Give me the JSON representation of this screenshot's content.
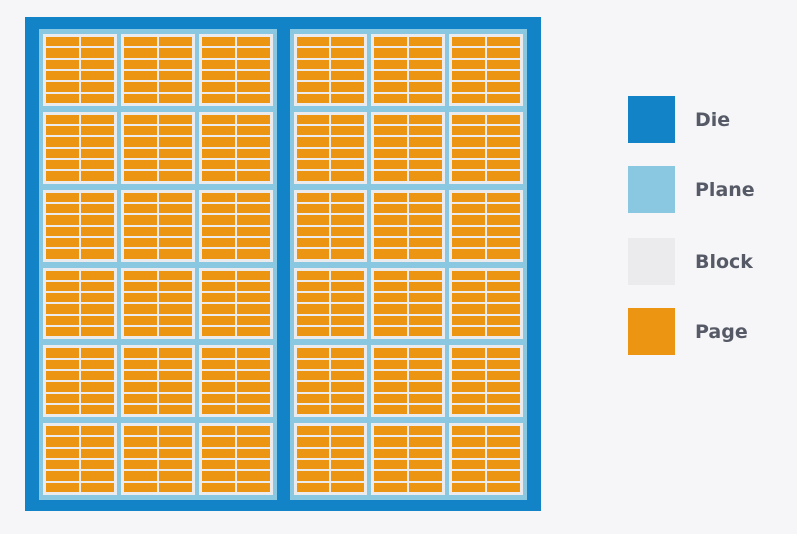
{
  "colors": {
    "die": "#1283c7",
    "plane": "#8ac8e2",
    "block": "#ebebee",
    "page": "#eb9513"
  },
  "structure": {
    "planes_per_die": 2,
    "block_columns_per_plane": 3,
    "block_rows_per_plane": 6,
    "page_columns_per_block": 2,
    "page_rows_per_block": 6
  },
  "legend": [
    {
      "key": "die",
      "label": "Die",
      "color": "#1283c7"
    },
    {
      "key": "plane",
      "label": "Plane",
      "color": "#8ac8e2"
    },
    {
      "key": "block",
      "label": "Block",
      "color": "#ebebee"
    },
    {
      "key": "page",
      "label": "Page",
      "color": "#eb9513"
    }
  ]
}
